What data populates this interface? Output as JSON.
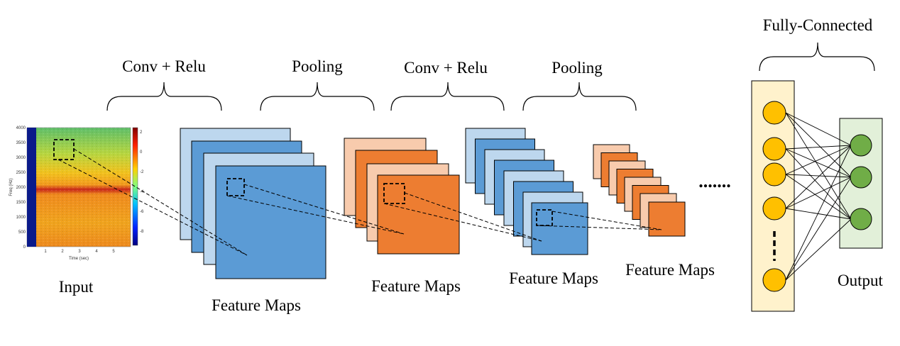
{
  "labels": {
    "input": "Input",
    "conv_relu_1": "Conv + Relu",
    "pooling_1": "Pooling",
    "conv_relu_2": "Conv + Relu",
    "pooling_2": "Pooling",
    "fully_connected": "Fully-Connected",
    "feature_maps_1": "Feature Maps",
    "feature_maps_2": "Feature Maps",
    "feature_maps_3": "Feature Maps",
    "feature_maps_4": "Feature Maps",
    "output": "Output",
    "ellipsis": "......."
  },
  "spectrogram": {
    "y_axis_label": "Freq (Hz)",
    "x_axis_label": "Time (sec)",
    "y_ticks": [
      "4000",
      "3500",
      "3000",
      "2500",
      "2000",
      "1500",
      "1000",
      "500",
      "0"
    ],
    "x_ticks": [
      "1",
      "2",
      "3",
      "4",
      "5"
    ],
    "colorbar_ticks": [
      "2",
      "0",
      "-2",
      "-4",
      "-6",
      "-8"
    ]
  },
  "colors": {
    "light_blue": "#bdd7ee",
    "blue": "#5b9bd5",
    "light_orange": "#f8cbad",
    "orange": "#ed7d31",
    "fc_panel": "#fff2cc",
    "fc_node": "#ffc000",
    "output_panel": "#e2f0d9",
    "output_node": "#70ad47"
  }
}
